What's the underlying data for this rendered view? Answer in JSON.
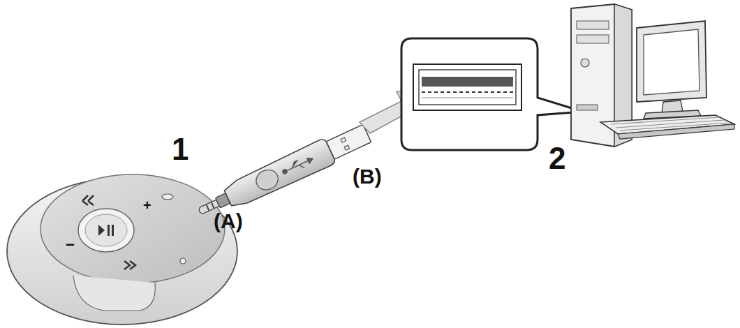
{
  "diagram": {
    "labels": [
      "1",
      "(A)",
      "(B)",
      "2",
      "+",
      "−"
    ]
  }
}
